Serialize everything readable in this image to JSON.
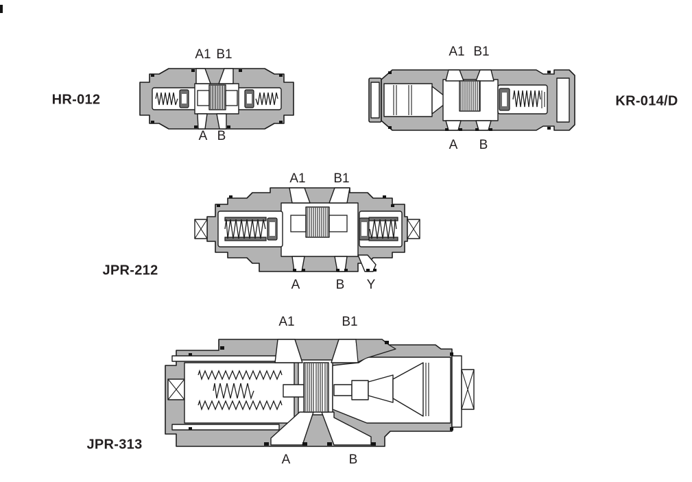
{
  "page": {
    "background": "#ffffff"
  },
  "colors": {
    "body_gray": "#b3b3b3",
    "detail_dark_gray": "#6f6f6f",
    "outline": "#1c1c1c",
    "text": "#231f20",
    "white": "#ffffff"
  },
  "valves": [
    {
      "id": "hr-012",
      "name": "HR-012",
      "top_ports": [
        "A1",
        "B1"
      ],
      "bottom_ports": [
        "A",
        "B"
      ]
    },
    {
      "id": "kr-014d",
      "name": "KR-014/D",
      "top_ports": [
        "A1",
        "B1"
      ],
      "bottom_ports": [
        "A",
        "B"
      ]
    },
    {
      "id": "jpr-212",
      "name": "JPR-212",
      "top_ports": [
        "A1",
        "B1"
      ],
      "bottom_ports": [
        "A",
        "B",
        "Y"
      ]
    },
    {
      "id": "jpr-313",
      "name": "JPR-313",
      "top_ports": [
        "A1",
        "B1"
      ],
      "bottom_ports": [
        "A",
        "B"
      ]
    }
  ]
}
